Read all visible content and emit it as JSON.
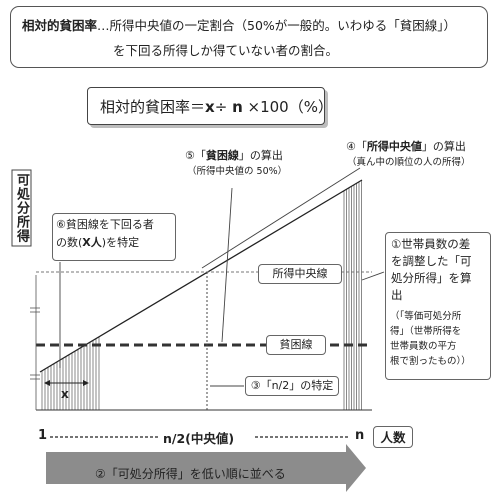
{
  "definition": {
    "term": "相対的貧困率",
    "line1_rest": "…所得中央値の一定割合（50%が一般的。いわゆる「貧困線」）",
    "line2": "を下回る所得しか得ていない者の割合。"
  },
  "formula": {
    "prefix": "相対的貧困率＝",
    "x": "x",
    "op": "÷",
    "n": "n",
    "suffix": "×100（%）"
  },
  "axis": {
    "y_label": "可処分所得",
    "x_start": "1",
    "x_mid": "n/2(中央値)",
    "x_end": "n",
    "x_label": "人数"
  },
  "lines": {
    "median_line": "所得中央線",
    "poverty_line": "貧困線"
  },
  "steps": {
    "step1_title": "①世帯員数の差を調整した「可処分所得」を算出",
    "step1_line1": "①世帯員数の差",
    "step1_line2": "を調整した「可",
    "step1_line3": "処分所得」を算",
    "step1_line4": "出",
    "step1_note1": "（「等価可処分所",
    "step1_note2": "得」（世帯所得を",
    "step1_note3": "世帯員数の平方",
    "step1_note4": "根で割ったもの））",
    "step2": "②「可処分所得」を低い順に並べる",
    "step3": "③「n/2」の特定",
    "step4_title_prefix": "④「",
    "step4_title_bold": "所得中央値",
    "step4_title_suffix": "」の算出",
    "step4_note": "（真ん中の順位の人の所得）",
    "step5_title_prefix": "⑤「",
    "step5_title_bold": "貧困線",
    "step5_title_suffix": "」の算出",
    "step5_note": "（所得中央値の 50%）",
    "step6_line1": "⑥貧困線を下回る者",
    "step6_line2_prefix": "の数(",
    "step6_line2_bold": "X人",
    "step6_line2_suffix": ")を特定",
    "x_marker": "x"
  }
}
